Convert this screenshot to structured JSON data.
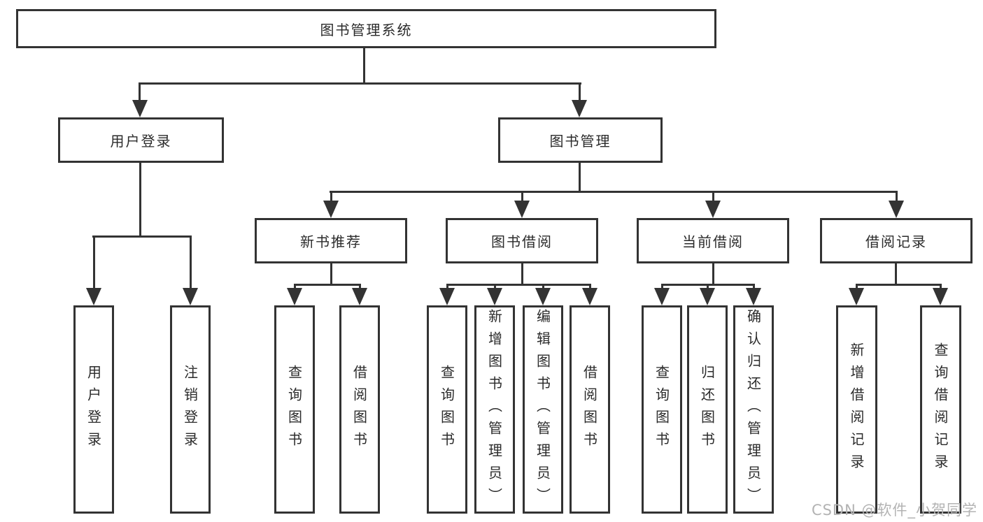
{
  "colors": {
    "line": "#333333",
    "text": "#2b2b2b",
    "watermark": "#b3b3b3"
  },
  "watermark": "CSDN @软件_小贺同学",
  "tree": {
    "label": "图书管理系统",
    "children": [
      {
        "label": "用户登录",
        "children": [
          {
            "label": "用户登录"
          },
          {
            "label": "注销登录"
          }
        ]
      },
      {
        "label": "图书管理",
        "children": [
          {
            "label": "新书推荐",
            "children": [
              {
                "label": "查询图书"
              },
              {
                "label": "借阅图书"
              }
            ]
          },
          {
            "label": "图书借阅",
            "children": [
              {
                "label": "查询图书"
              },
              {
                "label": "新增图书（管理员）"
              },
              {
                "label": "编辑图书（管理员）"
              },
              {
                "label": "借阅图书"
              }
            ]
          },
          {
            "label": "当前借阅",
            "children": [
              {
                "label": "查询图书"
              },
              {
                "label": "归还图书"
              },
              {
                "label": "确认归还（管理员）"
              }
            ]
          },
          {
            "label": "借阅记录",
            "children": [
              {
                "label": "新增借阅记录"
              },
              {
                "label": "查询借阅记录"
              }
            ]
          }
        ]
      }
    ]
  }
}
